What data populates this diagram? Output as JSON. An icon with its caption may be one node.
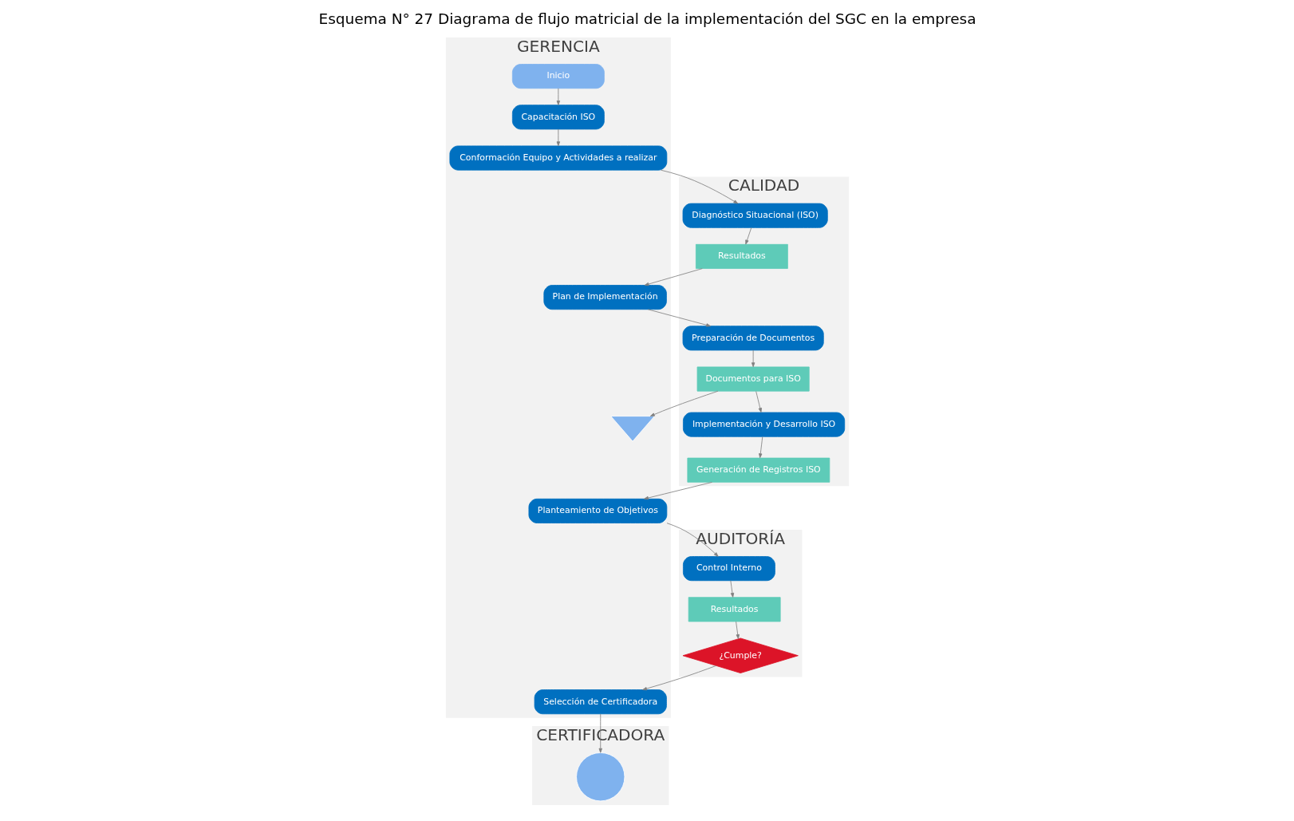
{
  "diagram": {
    "title": "Esquema N° 27 Diagrama de flujo matricial de la implementación del SGC en la empresa",
    "nodes": [
      {
        "text": [
          "AUDITORÍA"
        ]
      },
      {
        "text": [
          "GERENCIA"
        ]
      },
      {
        "text": [
          "CALIDAD"
        ]
      },
      {
        "text": [
          "CERTIFICADORA"
        ]
      },
      {
        "text": [
          "Inicio"
        ],
        "in": 1
      },
      {
        "text": [
          "Capacitación ISO"
        ],
        "in": 1
      },
      {
        "text": [
          "Conformación Equipo y Actividades a realizar"
        ],
        "in": 1
      },
      {
        "text": [
          "Diagnóstico Situacional (ISO)"
        ],
        "in": 2
      },
      {
        "text": [
          "Resultados"
        ],
        "in": 2
      },
      {
        "text": [
          "Plan de Implementación"
        ],
        "in": 1
      },
      {
        "text": [
          "Preparación de Documentos"
        ],
        "in": 2
      },
      {
        "text": [
          "Documentos para ISO"
        ],
        "in": 2
      },
      {
        "text": [],
        "shape": "triangle",
        "in": 1
      },
      {
        "text": [
          "Implementación y Desarrollo ISO"
        ],
        "in": 2
      },
      {
        "text": [
          "Generación de Registros ISO"
        ],
        "in": 2
      },
      {
        "text": [
          "Planteamiento de Objetivos"
        ],
        "in": 1
      },
      {
        "text": [
          "Control Interno"
        ],
        "in": 0
      },
      {
        "text": [
          "Resultados"
        ],
        "in": 0
      },
      {
        "text": [
          "¿Cumple?"
        ],
        "in": 0
      },
      {
        "text": [
          "Selección de Certificadora"
        ],
        "in": 1
      },
      {
        "text": [],
        "shape": "circle",
        "in": 3
      }
    ],
    "edges": [
      {
        "from": 4,
        "to": 5,
        "arrow": "to"
      },
      {
        "from": 5,
        "to": 6,
        "arrow": "to"
      },
      {
        "from": 6,
        "to": 7,
        "arrow": "to"
      },
      {
        "from": 7,
        "to": 8,
        "arrow": "to"
      },
      {
        "from": 8,
        "to": 9,
        "arrow": "to"
      },
      {
        "from": 9,
        "to": 10,
        "arrow": "to"
      },
      {
        "from": 10,
        "to": 11,
        "arrow": "to"
      },
      {
        "from": 11,
        "to": 12,
        "arrow": "to"
      },
      {
        "from": 11,
        "to": 13,
        "arrow": "to"
      },
      {
        "from": 13,
        "to": 14,
        "arrow": "to"
      },
      {
        "from": 14,
        "to": 15,
        "arrow": "to"
      },
      {
        "from": 15,
        "to": 16,
        "arrow": "to"
      },
      {
        "from": 16,
        "to": 17,
        "arrow": "to"
      },
      {
        "from": 17,
        "to": 18,
        "arrow": "to"
      },
      {
        "from": 18,
        "to": 19,
        "arrow": "to"
      },
      {
        "from": 19,
        "to": 20,
        "arrow": "to"
      }
    ]
  }
}
